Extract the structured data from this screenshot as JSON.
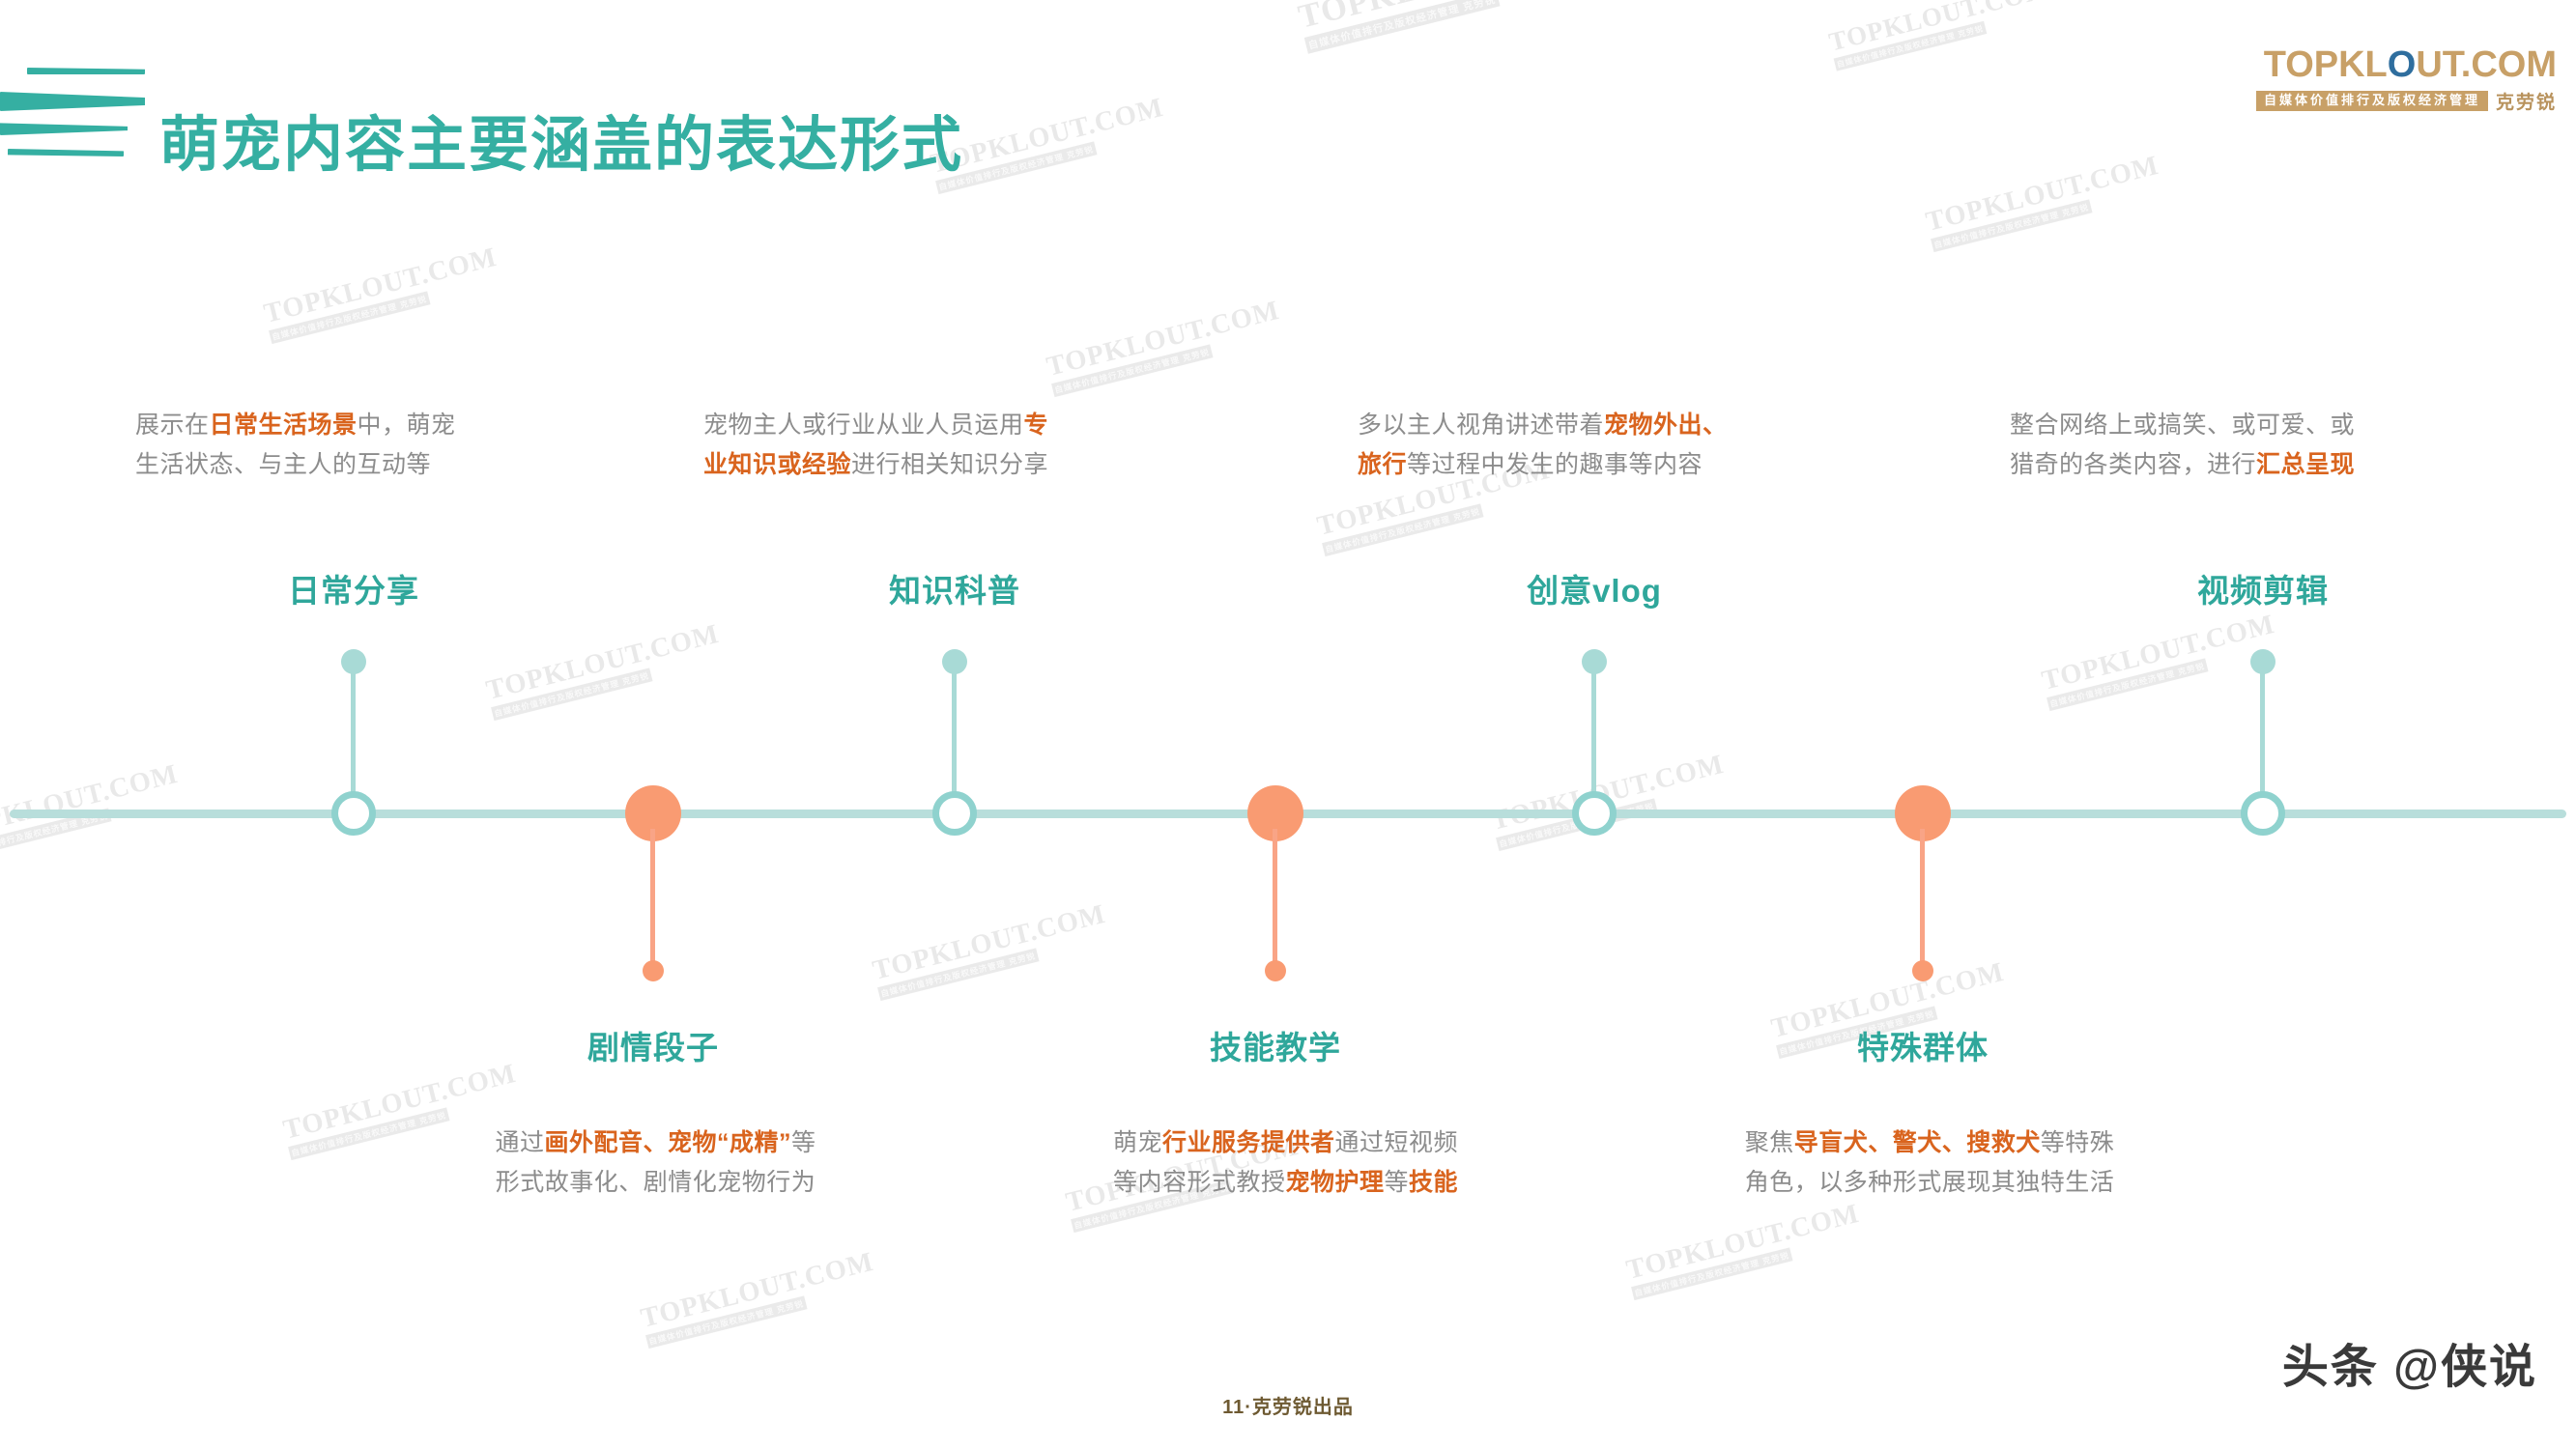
{
  "header": {
    "title": "萌宠内容主要涵盖的表达形式",
    "logo": {
      "main_before": "TOPKL",
      "main_o": "O",
      "main_after": "UT.COM",
      "subtitle": "自媒体价值排行及版权经济管理",
      "brand": "克劳锐"
    }
  },
  "colors": {
    "teal": "#2FA79B",
    "teal_light": "#A8DAD6",
    "axis": "#B8DEDB",
    "orange": "#F99B72",
    "highlight_orange": "#D9641E",
    "body_gray": "#8C8C8C",
    "gold": "#C8A067"
  },
  "timeline": {
    "top_items": [
      {
        "label": "日常分享",
        "desc_line1_a": "展示在",
        "desc_line1_b": "日常生活场景",
        "desc_line1_c": "中，萌宠",
        "desc_line2": "生活状态、与主人的互动等",
        "full_text": "展示在日常生活场景中，萌宠生活状态、与主人的互动等"
      },
      {
        "label": "知识科普",
        "desc_line1_a": "宠物主人或行业从业人员运用",
        "desc_line1_b": "专",
        "desc_line1_c": "",
        "desc_line2_b": "业知识或经验",
        "desc_line2_c": "进行相关知识分享",
        "full_text": "宠物主人或行业从业人员运用专业知识或经验进行相关知识分享"
      },
      {
        "label": "创意vlog",
        "desc_line1_a": "多以主人视角讲述带着",
        "desc_line1_b": "宠物外出、",
        "desc_line2_b": "旅行",
        "desc_line2_c": "等过程中发生的趣事等内容",
        "full_text": "多以主人视角讲述带着宠物外出、旅行等过程中发生的趣事等内容"
      },
      {
        "label": "视频剪辑",
        "desc_line1_a": "整合网络上或搞笑、或可爱、或",
        "desc_line2_a": "猎奇的各类内容，进行",
        "desc_line2_b": "汇总呈现",
        "full_text": "整合网络上或搞笑、或可爱、或猎奇的各类内容，进行汇总呈现"
      }
    ],
    "bottom_items": [
      {
        "label": "剧情段子",
        "desc_line1_a": "通过",
        "desc_line1_b": "画外配音、宠物“成精”",
        "desc_line1_c": "等",
        "desc_line2": "形式故事化、剧情化宠物行为",
        "full_text": "通过画外配音、宠物“成精”等形式故事化、剧情化宠物行为"
      },
      {
        "label": "技能教学",
        "desc_line1_a": "萌宠",
        "desc_line1_b": "行业服务提供者",
        "desc_line1_c": "通过短视频",
        "desc_line2_a": "等内容形式教授",
        "desc_line2_b": "宠物护理",
        "desc_line2_c": "等",
        "desc_line2_d": "技能",
        "full_text": "萌宠行业服务提供者通过短视频等内容形式教授宠物护理等技能"
      },
      {
        "label": "特殊群体",
        "desc_line1_a": "聚焦",
        "desc_line1_b": "导盲犬、警犬、搜救犬",
        "desc_line1_c": "等特殊",
        "desc_line2": "角色，以多种形式展现其独特生活",
        "full_text": "聚焦导盲犬、警犬、搜救犬等特殊角色，以多种形式展现其独特生活"
      }
    ]
  },
  "footer": {
    "page_credit": "11·克劳锐出品",
    "headline_credit": "头条 @侠说"
  },
  "watermark": {
    "main": "TOPKLOUT.COM",
    "sub": "自媒体价值排行及版权经济管理 克劳锐"
  }
}
